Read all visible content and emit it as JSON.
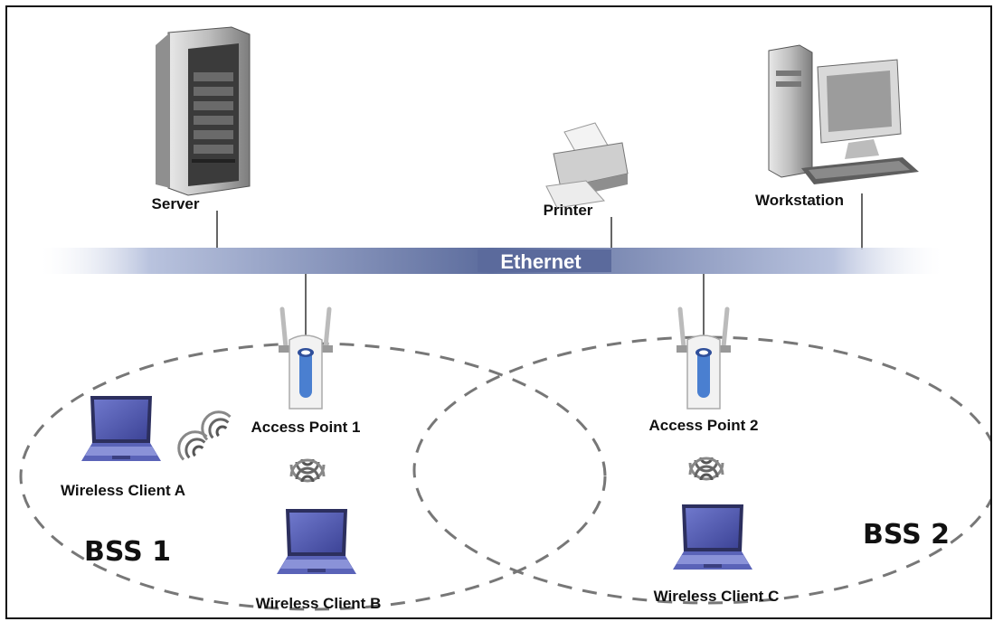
{
  "network": {
    "backbone_label": "Ethernet",
    "wired_devices": {
      "server": "Server",
      "printer": "Printer",
      "workstation": "Workstation"
    },
    "access_points": [
      "Access Point 1",
      "Access Point 2"
    ],
    "clients": [
      "Wireless Client A",
      "Wireless Client B",
      "Wireless Client C"
    ],
    "bss": [
      "BSS 1",
      "BSS 2"
    ]
  },
  "icons": {
    "server": "server-tower-icon",
    "printer": "printer-icon",
    "workstation": "desktop-computer-icon",
    "access_point": "wireless-access-point-icon",
    "laptop": "laptop-icon",
    "signal": "wifi-signal-icon"
  },
  "colors": {
    "ethernet_bar": "#5d6e9c",
    "laptop_screen": "#5a63b8",
    "ap_accent": "#4a7fd0",
    "bss_outline": "#777777"
  }
}
